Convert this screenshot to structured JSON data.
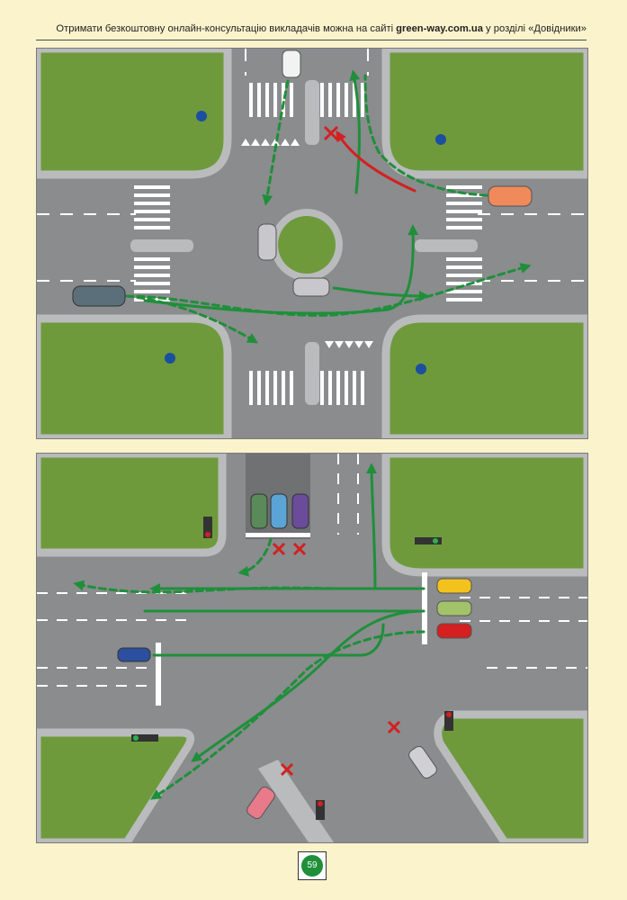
{
  "header": {
    "text_before": "Отримати безкоштовну онлайн-консультацію викладачів можна на сайті ",
    "site": "green-way.com.ua",
    "text_after": " у розділі «Довідники»"
  },
  "diagrams": [
    {
      "id": "roundabout",
      "type": "roundabout-intersection"
    },
    {
      "id": "t-junction",
      "type": "signalized-intersection"
    }
  ],
  "colors": {
    "grass": "#6e9a3c",
    "road": "#8a8c8e",
    "sidewalk": "#b9bbbd",
    "allowed_path": "#1f8f3a",
    "forbidden_path": "#d42020",
    "page_bg": "#fbf3cc"
  },
  "icons": [
    "roundabout-sign-icon",
    "keep-right-sign-icon",
    "traffic-light-icon",
    "forbidden-cross-icon",
    "green-arrow-icon",
    "red-arrow-icon"
  ],
  "page_number": "59"
}
